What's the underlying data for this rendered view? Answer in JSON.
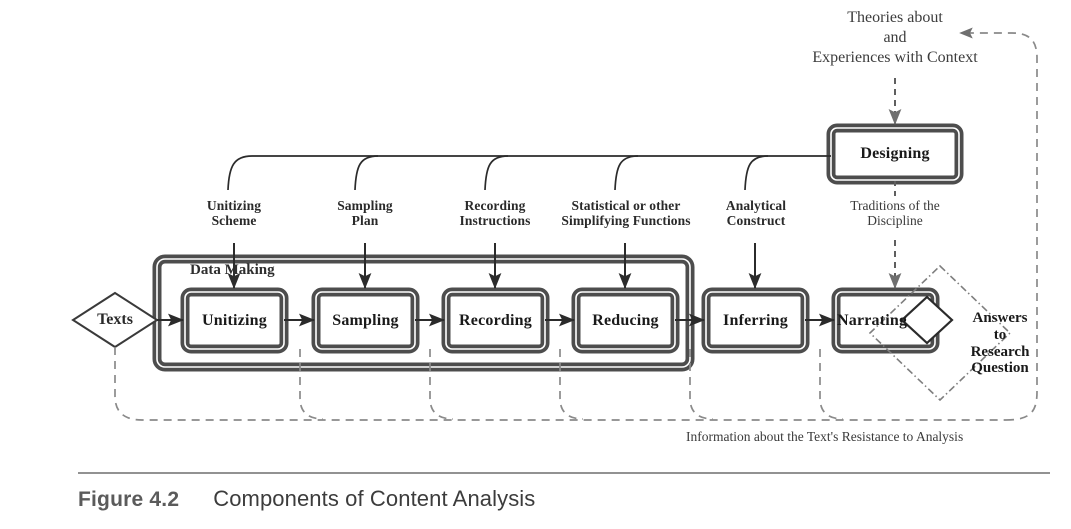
{
  "figure": {
    "number": "Figure 4.2",
    "title": "Components of Content Analysis"
  },
  "diagram": {
    "title_top": "Theories about\nand\nExperiences with Context",
    "top_context_lines": [
      "Theories about",
      "and",
      "Experiences with Context"
    ],
    "container_label": "Data Making",
    "source_node": "Texts",
    "outcome_node_lines": [
      "Answers",
      "to",
      "Research",
      "Question"
    ],
    "feedback_label": "Information about the Text's Resistance to Analysis",
    "process_boxes": [
      {
        "label": "Unitizing"
      },
      {
        "label": "Sampling"
      },
      {
        "label": "Recording"
      },
      {
        "label": "Reducing"
      },
      {
        "label": "Inferring"
      },
      {
        "label": "Narrating"
      }
    ],
    "design_box": {
      "label": "Designing"
    },
    "input_labels": [
      {
        "lines": [
          "Unitizing",
          "Scheme"
        ],
        "style": "bold"
      },
      {
        "lines": [
          "Sampling",
          "Plan"
        ],
        "style": "bold"
      },
      {
        "lines": [
          "Recording",
          "Instructions"
        ],
        "style": "bold"
      },
      {
        "lines": [
          "Statistical or other",
          "Simplifying Functions"
        ],
        "style": "bold"
      },
      {
        "lines": [
          "Analytical",
          "Construct"
        ],
        "style": "bold"
      },
      {
        "lines": [
          "Traditions of the",
          "Discipline"
        ],
        "style": "normal"
      }
    ],
    "colors": {
      "box_border": "#4d4d4d",
      "line": "#2b2b2b",
      "dashed": "#8a8a8a",
      "background": "#ffffff",
      "caption_rule": "#6e6e6e"
    }
  }
}
